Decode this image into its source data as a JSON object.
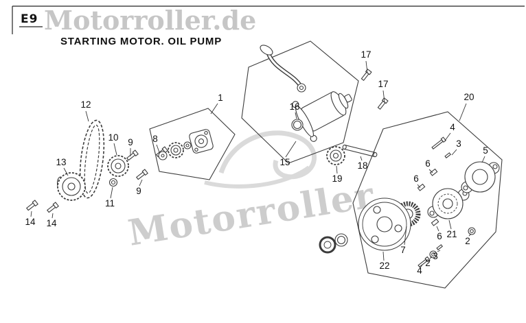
{
  "page": {
    "code": "E9",
    "title": "STARTING MOTOR. OIL PUMP"
  },
  "watermarks": {
    "header": "Motorroller.de",
    "diagonal": "Motorroller"
  },
  "colors": {
    "line_art": "#3b3b3b",
    "label_text": "#111111",
    "watermark_gray": "#c6c6c6",
    "background": "#ffffff"
  },
  "diagram": {
    "name": "starting-motor-oil-pump-exploded-view",
    "part_labels": [
      {
        "text": "17"
      },
      {
        "text": "17"
      },
      {
        "text": "20"
      },
      {
        "text": "12"
      },
      {
        "text": "1"
      },
      {
        "text": "16"
      },
      {
        "text": "10"
      },
      {
        "text": "9"
      },
      {
        "text": "8"
      },
      {
        "text": "13"
      },
      {
        "text": "4"
      },
      {
        "text": "3"
      },
      {
        "text": "5"
      },
      {
        "text": "15"
      },
      {
        "text": "18"
      },
      {
        "text": "6"
      },
      {
        "text": "19"
      },
      {
        "text": "6"
      },
      {
        "text": "9"
      },
      {
        "text": "11"
      },
      {
        "text": "14"
      },
      {
        "text": "14"
      },
      {
        "text": "22"
      },
      {
        "text": "7"
      },
      {
        "text": "6"
      },
      {
        "text": "21"
      },
      {
        "text": "2"
      },
      {
        "text": "3"
      },
      {
        "text": "2"
      },
      {
        "text": "4"
      }
    ]
  }
}
